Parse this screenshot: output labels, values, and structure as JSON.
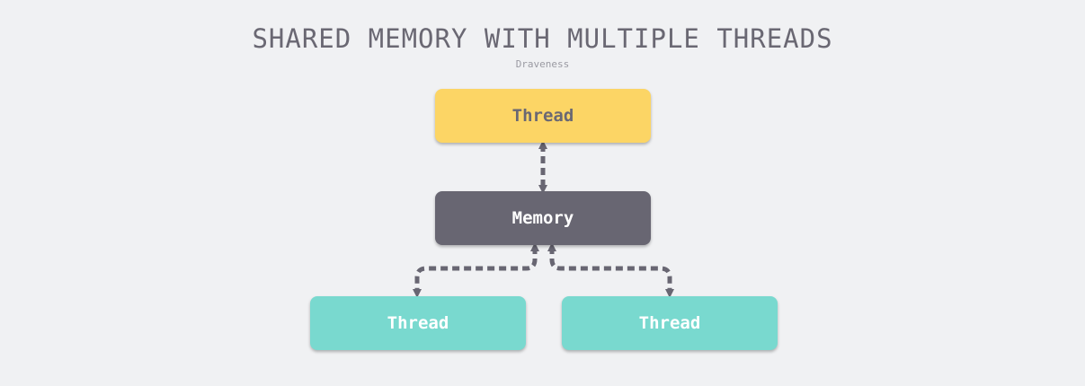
{
  "diagram": {
    "title": "SHARED MEMORY WITH MULTIPLE THREADS",
    "subtitle": "Draveness",
    "nodes": {
      "top_thread": "Thread",
      "memory": "Memory",
      "left_thread": "Thread",
      "right_thread": "Thread"
    },
    "edges": [
      {
        "from": "top_thread",
        "to": "memory",
        "style": "dashed",
        "arrows": "both"
      },
      {
        "from": "memory",
        "to": "left_thread",
        "style": "dashed",
        "arrows": "both"
      },
      {
        "from": "memory",
        "to": "right_thread",
        "style": "dashed",
        "arrows": "both"
      }
    ]
  },
  "colors": {
    "background": "#f0f1f3",
    "thread_yellow": "#fcd565",
    "memory_dark": "#686672",
    "thread_teal": "#79d9cf",
    "connector": "#686672",
    "title_text": "#6a6873"
  }
}
